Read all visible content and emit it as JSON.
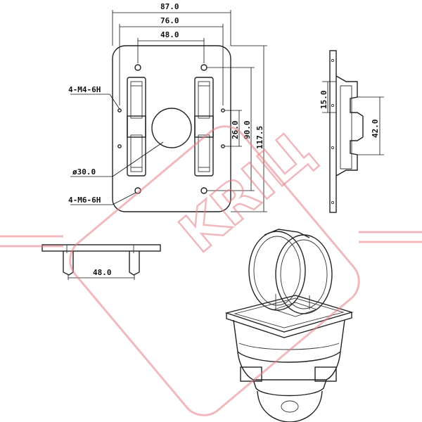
{
  "top_view": {
    "dim_width_total": "87.0",
    "dim_width_mid": "76.0",
    "dim_width_inner": "48.0",
    "dim_height_total": "117.5",
    "dim_height_mid": "90.0",
    "dim_height_inner": "26.0",
    "label_hole_small": "4-M4-6H",
    "label_diameter": "ø30.0",
    "label_hole_large": "4-M6-6H"
  },
  "side_view": {
    "dim_top": "15.0",
    "dim_height": "42.0"
  },
  "front_view": {
    "dim_width": "48.0"
  },
  "watermark": {
    "text": "KRIЦ",
    "color": "#e47f86"
  }
}
